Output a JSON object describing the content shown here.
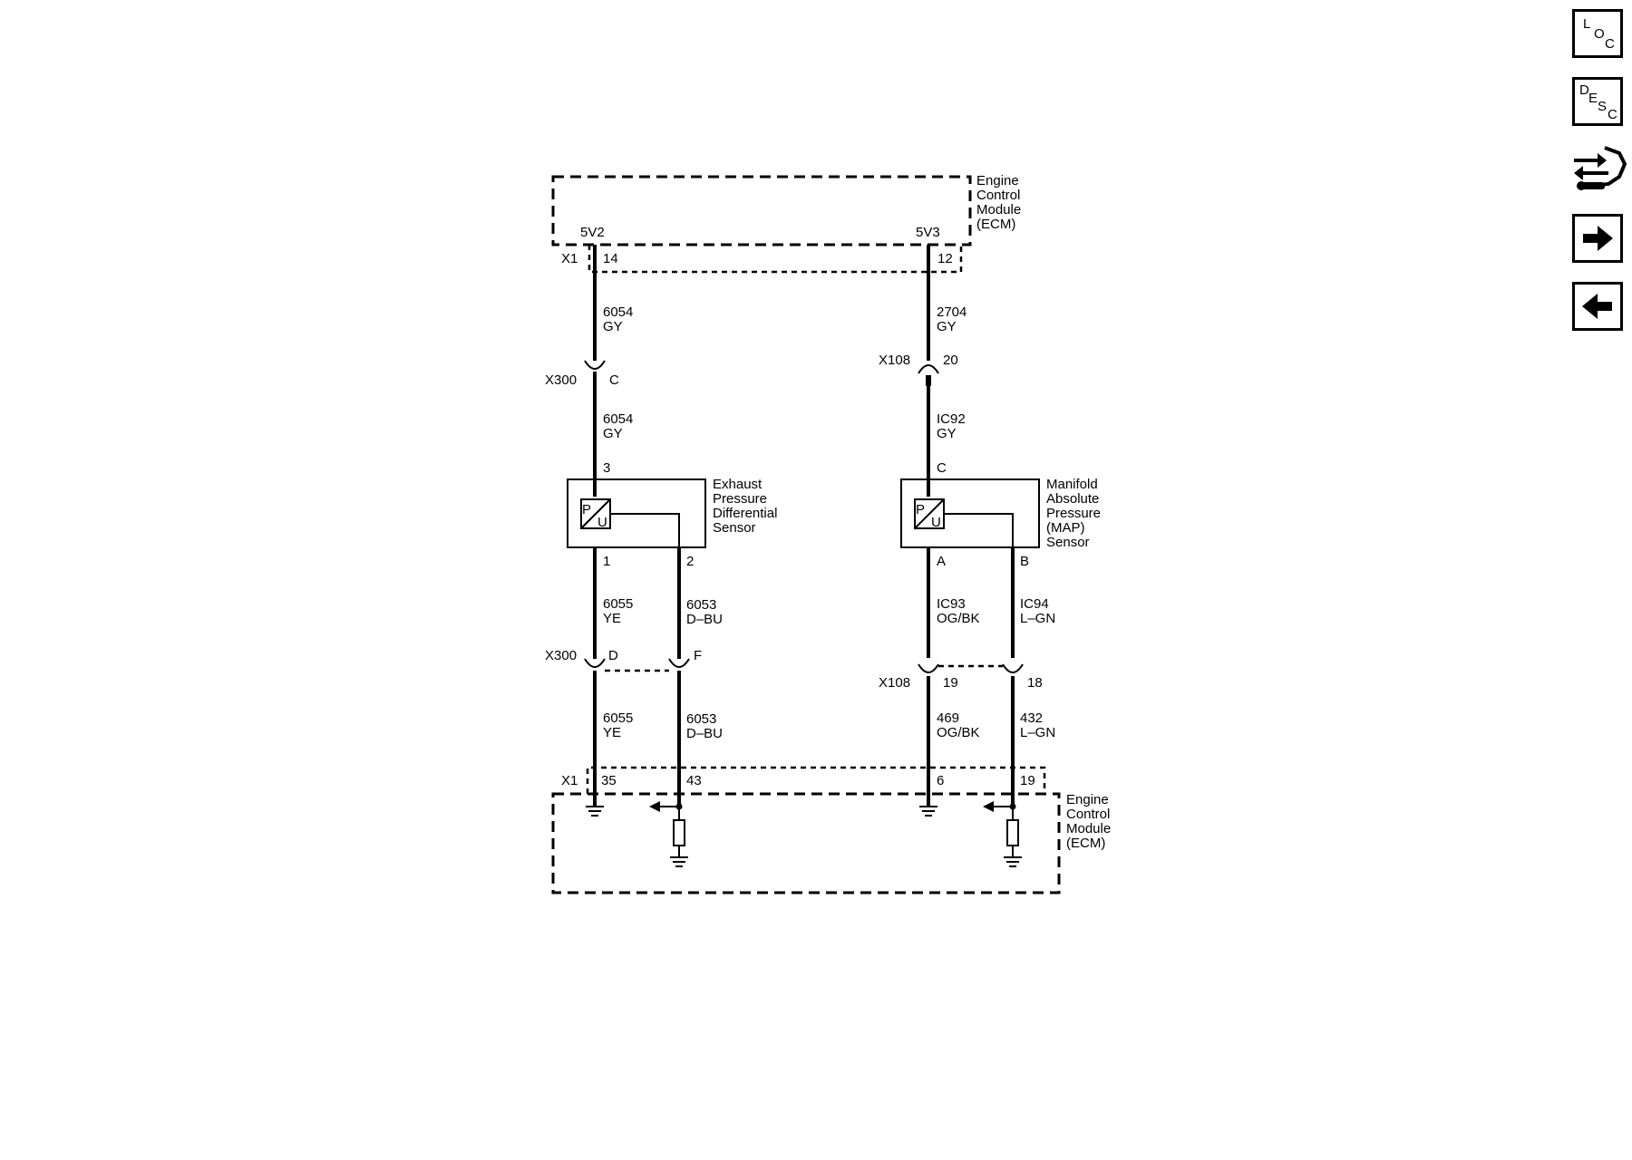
{
  "ecm_label": [
    "Engine",
    "Control",
    "Module",
    "(ECM)"
  ],
  "ecm_top": {
    "pin_5v2": "5V2",
    "pin_5v3": "5V3",
    "connector": "X1",
    "cav_14": "14",
    "cav_12": "12"
  },
  "ecm_bottom": {
    "connector": "X1",
    "cav_35": "35",
    "cav_43": "43",
    "cav_6": "6",
    "cav_19": "19"
  },
  "wires": {
    "w6054_upper": [
      "6054",
      "GY"
    ],
    "w2704": [
      "2704",
      "GY"
    ],
    "w6054_lower": [
      "6054",
      "GY"
    ],
    "wIC92": [
      "IC92",
      "GY"
    ],
    "w6055_upper": [
      "6055",
      "YE"
    ],
    "w6053_upper": [
      "6053",
      "D–BU"
    ],
    "wIC93": [
      "IC93",
      "OG/BK"
    ],
    "wIC94": [
      "IC94",
      "L–GN"
    ],
    "w6055_lower": [
      "6055",
      "YE"
    ],
    "w6053_lower": [
      "6053",
      "D–BU"
    ],
    "w469": [
      "469",
      "OG/BK"
    ],
    "w432": [
      "432",
      "L–GN"
    ]
  },
  "connectors": {
    "x300_top": {
      "name": "X300",
      "cavity": "C"
    },
    "x108_top": {
      "name": "X108",
      "cavity": "20"
    },
    "x300_bottom": {
      "name": "X300",
      "cav_d": "D",
      "cav_f": "F"
    },
    "x108_bottom": {
      "name": "X108",
      "cav_19": "19",
      "cav_18": "18"
    }
  },
  "sensor_exhaust": {
    "label": [
      "Exhaust",
      "Pressure",
      "Differential",
      "Sensor"
    ],
    "pin_top": "3",
    "pin_1": "1",
    "pin_2": "2",
    "symbol_p": "P",
    "symbol_u": "U"
  },
  "sensor_map": {
    "label": [
      "Manifold",
      "Absolute",
      "Pressure",
      "(MAP)",
      "Sensor"
    ],
    "pin_top": "C",
    "pin_a": "A",
    "pin_b": "B",
    "symbol_p": "P",
    "symbol_u": "U"
  },
  "nav": {
    "loc": [
      "L",
      "O",
      "C"
    ],
    "desc": [
      "D",
      "E",
      "S",
      "C"
    ],
    "icons": [
      "loc-icon",
      "desc-icon",
      "connector-tool-icon",
      "arrow-right-icon",
      "arrow-left-icon"
    ]
  }
}
